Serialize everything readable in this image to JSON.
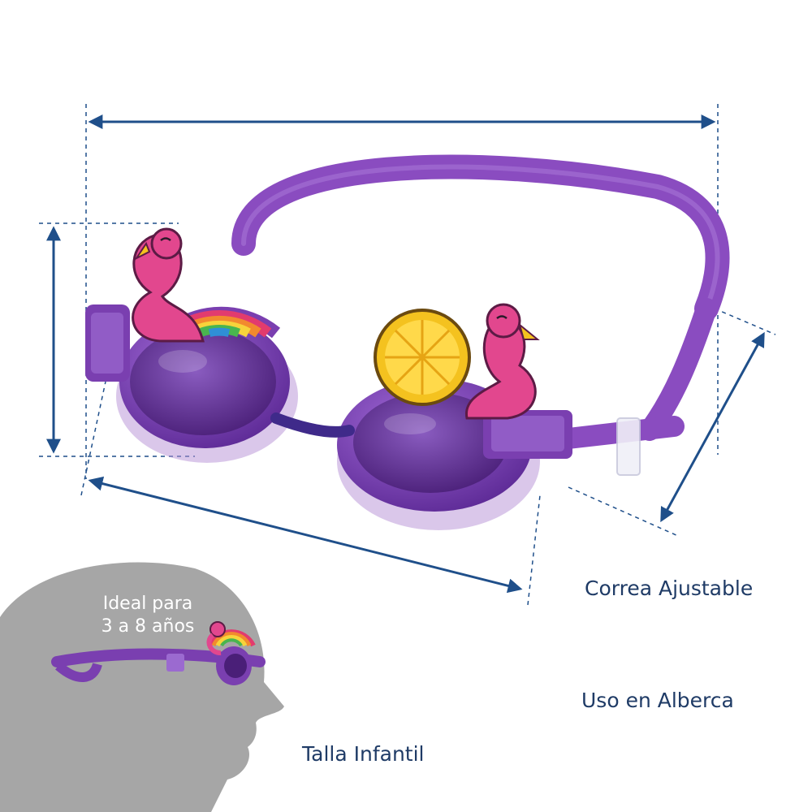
{
  "features": {
    "strap": "Correa Ajustable",
    "pool": "Uso en Alberca",
    "size": "Talla Infantil"
  },
  "age_badge": {
    "line1": "Ideal para",
    "line2": "3 a 8 años"
  },
  "colors": {
    "dimension_lines": "#1f4f8a",
    "goggle_purple": "#7a3fb0",
    "strap_purple": "#8a4cc0",
    "lens_tint": "#5a2c8a",
    "flamingo_pink": "#e2478e",
    "lemon_yellow": "#f4c21f",
    "head_silhouette": "#a6a6a6",
    "label_text": "#1f3b66"
  },
  "icons": [
    "flamingo-rainbow-icon",
    "flamingo-lemon-icon",
    "child-head-silhouette"
  ]
}
